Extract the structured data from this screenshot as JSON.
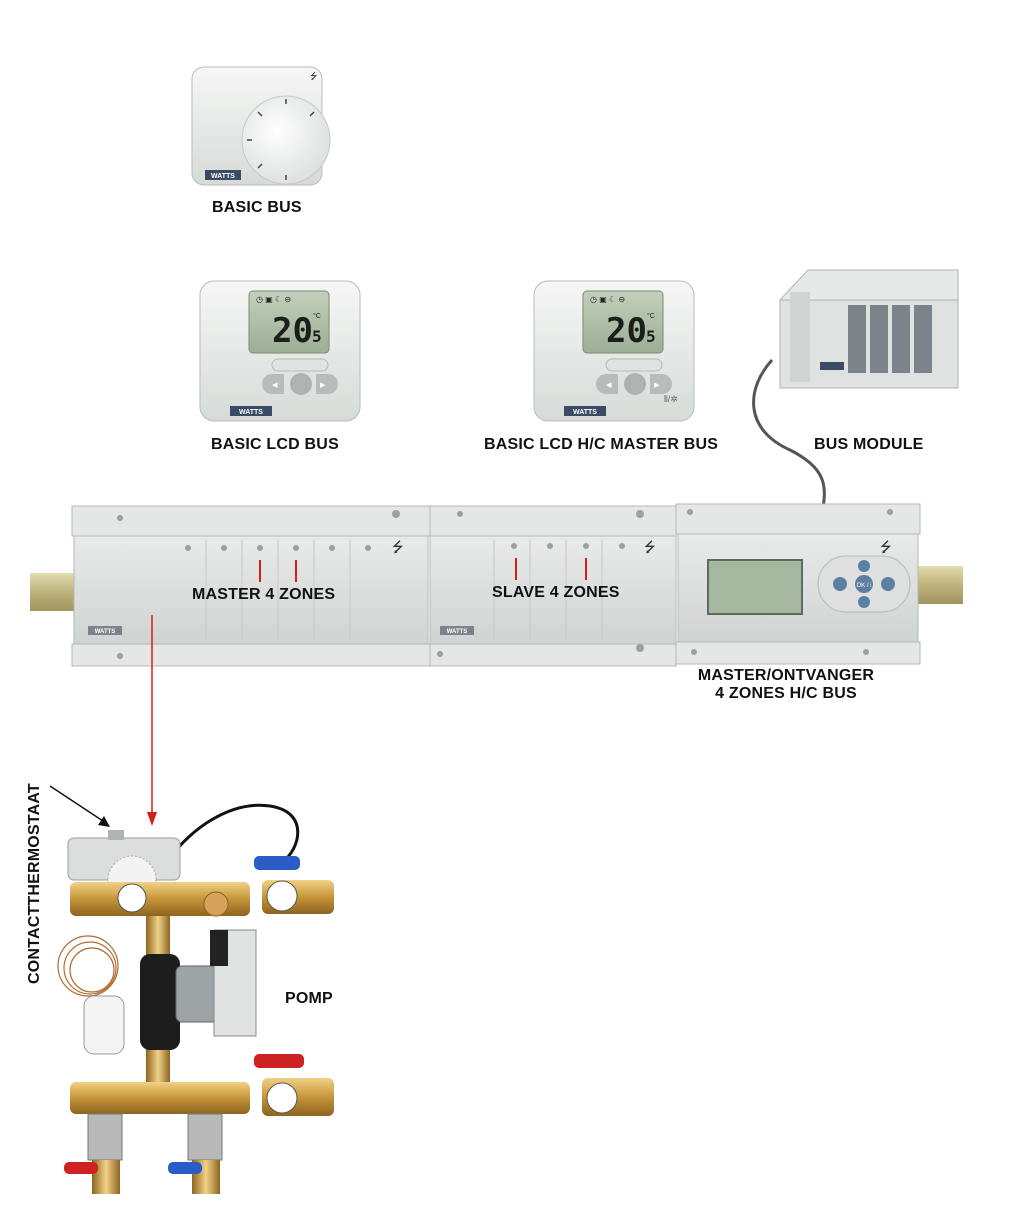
{
  "labels": {
    "basic_bus": "BASIC BUS",
    "basic_lcd_bus": "BASIC LCD BUS",
    "basic_lcd_hc_master_bus": "BASIC LCD H/C MASTER BUS",
    "bus_module": "BUS MODULE",
    "master_4_zones": "MASTER 4 ZONES",
    "slave_4_zones": "SLAVE 4 ZONES",
    "master_ontvanger_line1": "MASTER/ONTVANGER",
    "master_ontvanger_line2": "4 ZONES H/C BUS",
    "contactthermostaat": "CONTACTTHERMOSTAAT",
    "pomp": "POMP"
  },
  "device_text": {
    "brand": "WATTS",
    "lcd_value": "20",
    "lcd_decimal": "5",
    "lcd_unit": "°C",
    "ok_button": "OK / i"
  },
  "colors": {
    "connector_red": "#d2201c",
    "device_white": "#eef0ee",
    "lcd_green": "#a6b8a0",
    "rail": "#c9c08a",
    "brass": "#c79a3c",
    "valve_red": "#cc2222",
    "valve_blue": "#2a5cc8"
  }
}
